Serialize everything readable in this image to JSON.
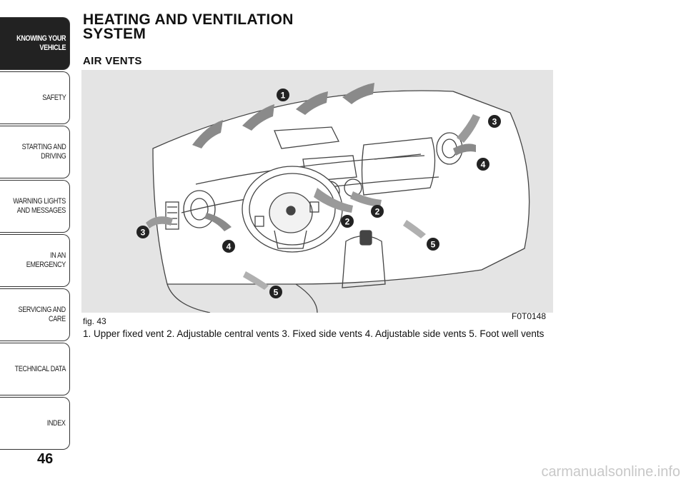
{
  "sidebar": {
    "tabs": [
      {
        "label": "KNOWING YOUR\nVEHICLE",
        "active": true
      },
      {
        "label": "SAFETY",
        "active": false
      },
      {
        "label": "STARTING AND\nDRIVING",
        "active": false
      },
      {
        "label": "WARNING LIGHTS\nAND MESSAGES",
        "active": false
      },
      {
        "label": "IN AN EMERGENCY",
        "active": false
      },
      {
        "label": "SERVICING AND\nCARE",
        "active": false
      },
      {
        "label": "TECHNICAL DATA",
        "active": false
      },
      {
        "label": "INDEX",
        "active": false
      }
    ]
  },
  "page_number": "46",
  "section_title": "HEATING AND VENTILATION SYSTEM",
  "subsection_title": "AIR VENTS",
  "figure": {
    "label": "fig. 43",
    "code": "F0T0148",
    "callouts": [
      "1",
      "2",
      "2",
      "3",
      "3",
      "4",
      "4",
      "5",
      "5"
    ]
  },
  "caption": "1. Upper fixed vent 2. Adjustable central vents 3. Fixed side vents 4. Adjustable side vents 5. Foot well vents",
  "watermark": "carmanualsonline.info"
}
